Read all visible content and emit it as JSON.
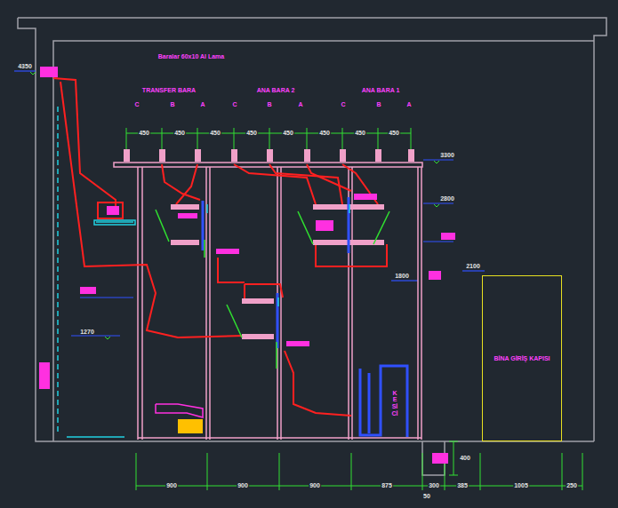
{
  "diagram": {
    "nodes": [
      {
        "text": [
          "BİNA GİRİŞ KAPISI"
        ]
      },
      {
        "text": [
          "KESİCİ"
        ]
      }
    ],
    "labels": [
      "Baralar 60x10 Al Lama",
      "TRANSFER BARA",
      "ANA BARA 2",
      "ANA BARA 1",
      "C",
      "B",
      "A",
      "C",
      "B",
      "A",
      "C",
      "B",
      "A",
      "450",
      "450",
      "450",
      "450",
      "450",
      "450",
      "450",
      "450",
      "4350",
      "3300",
      "2800",
      "1800",
      "2100",
      "1270",
      "900",
      "900",
      "900",
      "875",
      "300",
      "385",
      "1005",
      "250",
      "400",
      "50"
    ]
  }
}
